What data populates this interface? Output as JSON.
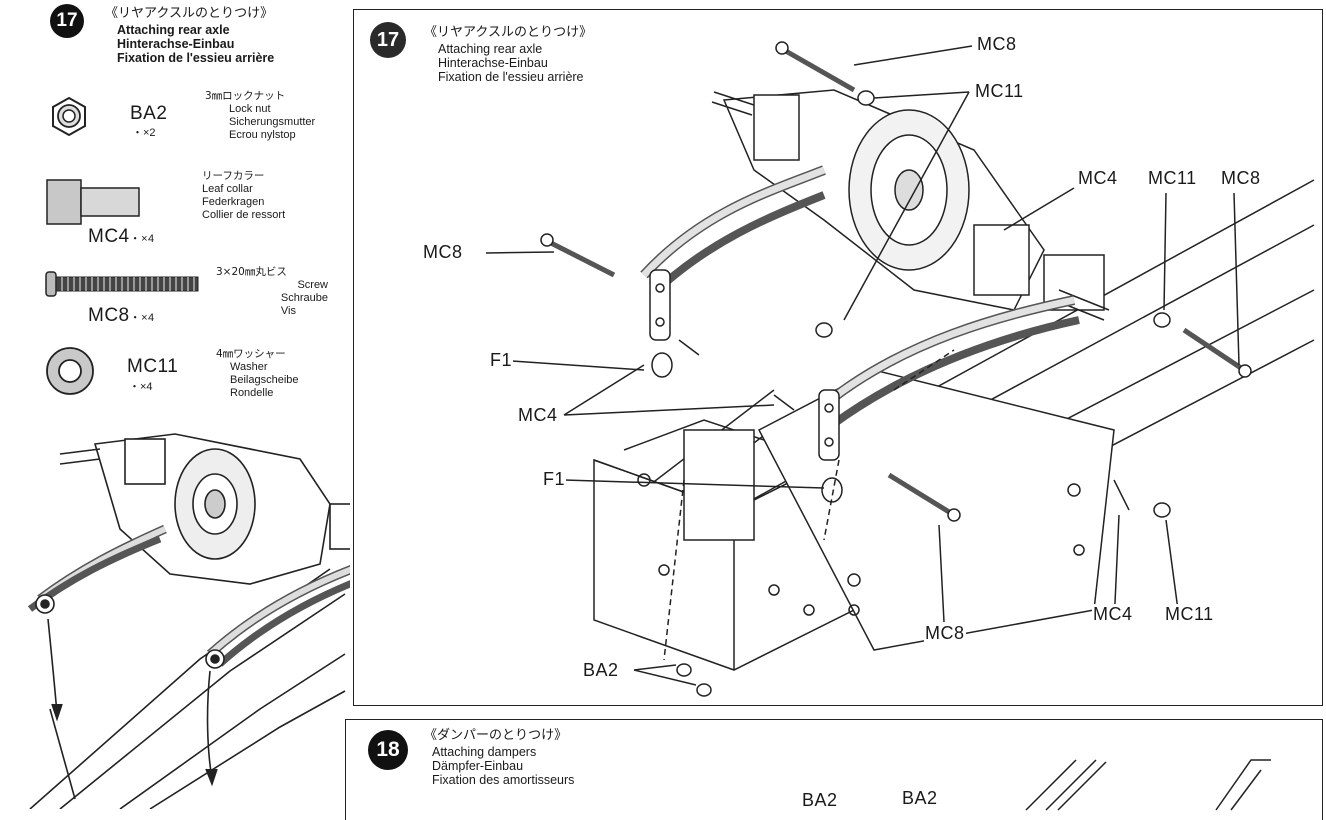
{
  "step17_sidebar": {
    "number": "17",
    "title_jp": "《リヤアクスルのとりつけ》",
    "title_en": "Attaching rear axle",
    "title_de": "Hinterachse-Einbau",
    "title_fr": "Fixation de l'essieu arrière",
    "parts": [
      {
        "code": "BA2",
        "qty": "・×2",
        "desc_jp": "3㎜ロックナット",
        "desc": [
          "Lock nut",
          "Sicherungsmutter",
          "Ecrou nylstop"
        ]
      },
      {
        "code": "MC4",
        "qty": "・×4",
        "desc_jp": "リーフカラー",
        "desc": [
          "Leaf collar",
          "Federkragen",
          "Collier de ressort"
        ]
      },
      {
        "code": "MC8",
        "qty": "・×4",
        "desc_jp": "3×20㎜丸ビス",
        "desc": [
          "Screw",
          "Schraube",
          "Vis"
        ]
      },
      {
        "code": "MC11",
        "qty": "・×4",
        "desc_jp": "4㎜ワッシャー",
        "desc": [
          "Washer",
          "Beilagscheibe",
          "Rondelle"
        ]
      }
    ]
  },
  "step17_main": {
    "number": "17",
    "title_jp": "《リヤアクスルのとりつけ》",
    "title_en": "Attaching rear axle",
    "title_de": "Hinterachse-Einbau",
    "title_fr": "Fixation de l'essieu arrière",
    "callouts": {
      "mc8_top": "MC8",
      "mc11_top": "MC11",
      "mc4_right": "MC4",
      "mc11_right": "MC11",
      "mc8_right": "MC8",
      "mc8_left": "MC8",
      "f1_upper": "F1",
      "mc4_left": "MC4",
      "f1_lower": "F1",
      "mc8_bottom": "MC8",
      "mc4_bottom": "MC4",
      "mc11_bottom": "MC11",
      "ba2": "BA2"
    }
  },
  "step18": {
    "number": "18",
    "title_jp": "《ダンパーのとりつけ》",
    "title_en": "Attaching dampers",
    "title_de": "Dämpfer-Einbau",
    "title_fr": "Fixation des amortisseurs",
    "part_a": "BA2",
    "part_b": "BA2"
  }
}
